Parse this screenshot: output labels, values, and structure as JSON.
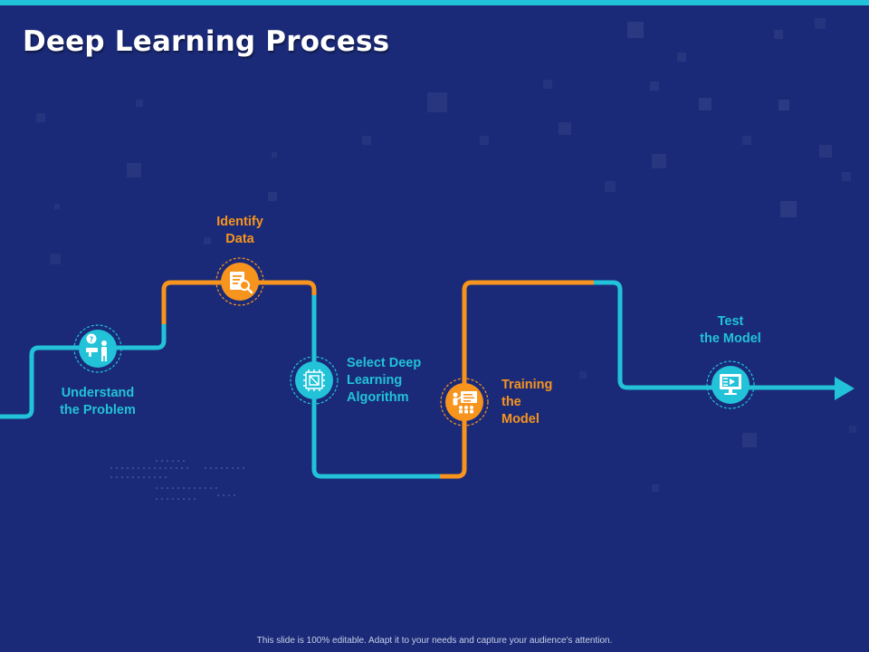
{
  "slide": {
    "title": "Deep Learning Process",
    "footer": "This slide is 100% editable. Adapt it to your needs and capture your audience's attention."
  },
  "colors": {
    "background": "#1a2a78",
    "accent_cyan": "#22c2d8",
    "accent_orange": "#f7941d",
    "text_white": "#ffffff"
  },
  "steps": [
    {
      "label": "Understand\nthe Problem",
      "icon": "problem-solving-icon",
      "color": "#22c2d8"
    },
    {
      "label": "Identify\nData",
      "icon": "data-search-icon",
      "color": "#f7941d"
    },
    {
      "label": "Select Deep\nLearning\nAlgorithm",
      "icon": "circuit-chip-icon",
      "color": "#22c2d8"
    },
    {
      "label": "Training\nthe\nModel",
      "icon": "presentation-training-icon",
      "color": "#f7941d"
    },
    {
      "label": "Test\nthe Model",
      "icon": "monitor-test-icon",
      "color": "#22c2d8"
    }
  ]
}
